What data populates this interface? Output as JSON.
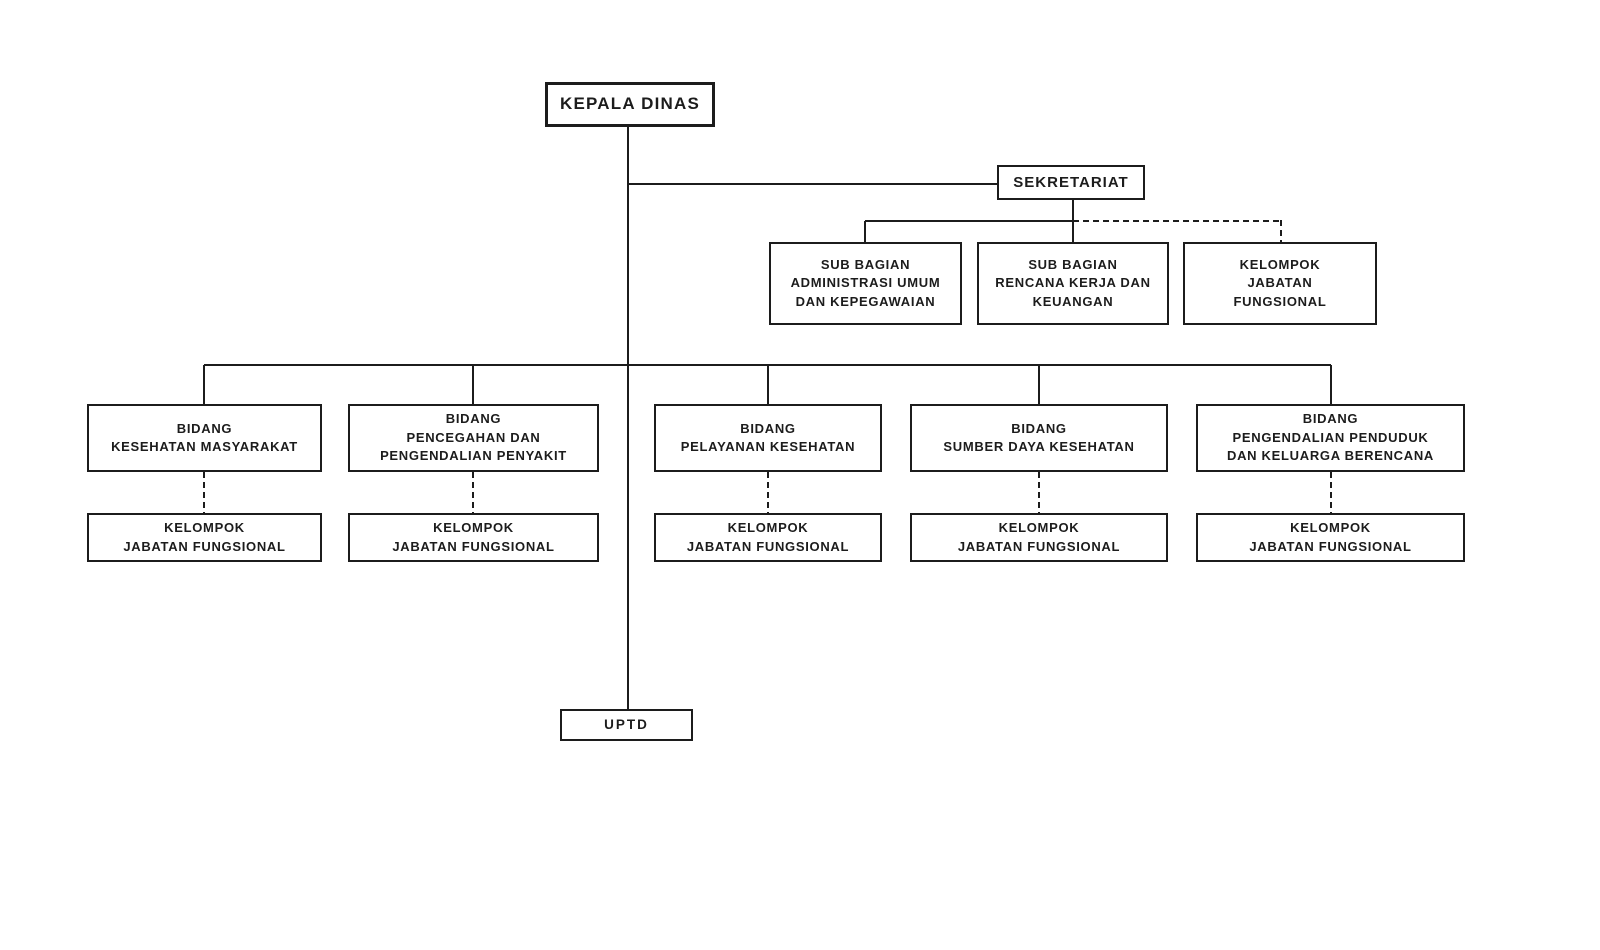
{
  "diagram": {
    "type": "org-chart",
    "background_color": "#ffffff",
    "line_color": "#1c1c1c",
    "text_color": "#1c1c1c",
    "nodes": {
      "kepala_dinas": {
        "label": "KEPALA DINAS"
      },
      "sekretariat": {
        "label": "SEKRETARIAT"
      },
      "sub_bagian_administrasi": {
        "label": "SUB BAGIAN\nADMINISTRASI UMUM\nDAN KEPEGAWAIAN"
      },
      "sub_bagian_rencana": {
        "label": "SUB BAGIAN\nRENCANA KERJA DAN\nKEUANGAN"
      },
      "kelompok_jabatan_sekretariat": {
        "label": "KELOMPOK\nJABATAN\nFUNGSIONAL"
      },
      "bidang_kesehatan_masyarakat": {
        "label": "BIDANG\nKESEHATAN MASYARAKAT"
      },
      "bidang_pencegahan_pengendalian_penyakit": {
        "label": "BIDANG\nPENCEGAHAN DAN\nPENGENDALIAN PENYAKIT"
      },
      "bidang_pelayanan_kesehatan": {
        "label": "BIDANG\nPELAYANAN KESEHATAN"
      },
      "bidang_sumber_daya_kesehatan": {
        "label": "BIDANG\nSUMBER DAYA KESEHATAN"
      },
      "bidang_pengendalian_penduduk": {
        "label": "BIDANG\nPENGENDALIAN PENDUDUK\nDAN KELUARGA BERENCANA"
      },
      "kelompok_jabatan_1": {
        "label": "KELOMPOK\nJABATAN FUNGSIONAL"
      },
      "kelompok_jabatan_2": {
        "label": "KELOMPOK\nJABATAN FUNGSIONAL"
      },
      "kelompok_jabatan_3": {
        "label": "KELOMPOK\nJABATAN FUNGSIONAL"
      },
      "kelompok_jabatan_4": {
        "label": "KELOMPOK\nJABATAN FUNGSIONAL"
      },
      "kelompok_jabatan_5": {
        "label": "KELOMPOK\nJABATAN FUNGSIONAL"
      },
      "uptd": {
        "label": "UPTD"
      }
    },
    "connector_styles": {
      "reporting_line": "solid",
      "functional_group_line": "dashed"
    }
  }
}
